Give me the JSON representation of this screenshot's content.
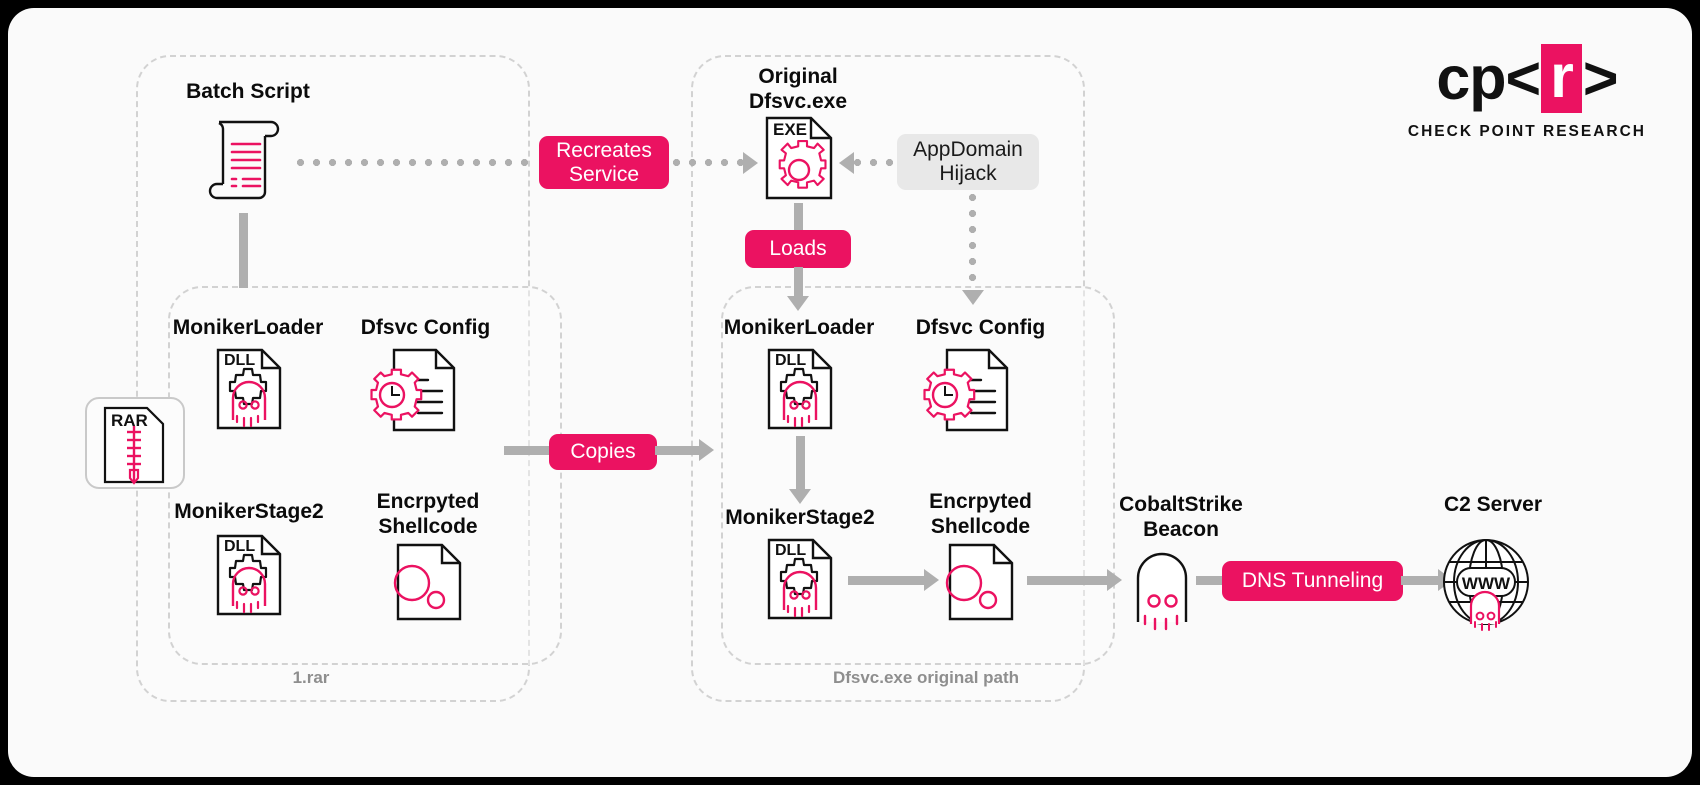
{
  "logo": {
    "part1": "cp",
    "lt": "<",
    "r": "r",
    "gt": ">",
    "subtitle": "CHECK POINT RESEARCH",
    "accent": "#EB1261"
  },
  "colors": {
    "accent_pink": "#EB1261",
    "connector_grey": "#AFAFAF",
    "group_border": "#D2D2D2",
    "canvas_bg": "#FAFAFA",
    "grey_badge_bg": "#E8E8E8",
    "group_label_text": "#8E8E8E"
  },
  "groups": [
    {
      "id": "rar-group",
      "label": "1.rar"
    },
    {
      "id": "dfsvc-group",
      "label": "Dfsvc.exe original path"
    }
  ],
  "nodes": {
    "batch_script": {
      "title": "Batch Script",
      "icon": "scroll-icon"
    },
    "rar_archive": {
      "title": "",
      "icon": "rar-file-icon",
      "badge": "RAR"
    },
    "left_moniker_loader": {
      "title": "MonikerLoader",
      "icon": "dll-ghost-icon",
      "badge": "DLL"
    },
    "left_dfsvc_config": {
      "title": "Dfsvc Config",
      "icon": "config-doc-gear-icon"
    },
    "left_moniker_stage2": {
      "title": "MonikerStage2",
      "icon": "dll-ghost-icon",
      "badge": "DLL"
    },
    "left_shellcode": {
      "title": "Encrpyted\nShellcode",
      "icon": "shellcode-doc-icon"
    },
    "original_dfsvc": {
      "title": "Original\nDfsvc.exe",
      "icon": "exe-gear-icon",
      "badge": "EXE"
    },
    "right_moniker_loader": {
      "title": "MonikerLoader",
      "icon": "dll-ghost-icon",
      "badge": "DLL"
    },
    "right_dfsvc_config": {
      "title": "Dfsvc Config",
      "icon": "config-doc-gear-icon"
    },
    "right_moniker_stage2": {
      "title": "MonikerStage2",
      "icon": "dll-ghost-icon",
      "badge": "DLL"
    },
    "right_shellcode": {
      "title": "Encrpyted\nShellcode",
      "icon": "shellcode-doc-icon"
    },
    "cobalt_beacon": {
      "title": "CobaltStrike\nBeacon",
      "icon": "ghost-icon"
    },
    "c2_server": {
      "title": "C2 Server",
      "icon": "globe-www-ghost-icon",
      "badge": "WWW"
    }
  },
  "edges": [
    {
      "id": "recreates-service",
      "label": "Recreates\nService",
      "style": "pink",
      "kind": "dotted"
    },
    {
      "id": "appdomain-hijack",
      "label": "AppDomain\nHijack",
      "style": "grey",
      "kind": "dotted"
    },
    {
      "id": "loads",
      "label": "Loads",
      "style": "pink",
      "kind": "solid"
    },
    {
      "id": "copies",
      "label": "Copies",
      "style": "pink",
      "kind": "solid"
    },
    {
      "id": "dns-tunneling",
      "label": "DNS Tunneling",
      "style": "pink",
      "kind": "solid"
    }
  ]
}
